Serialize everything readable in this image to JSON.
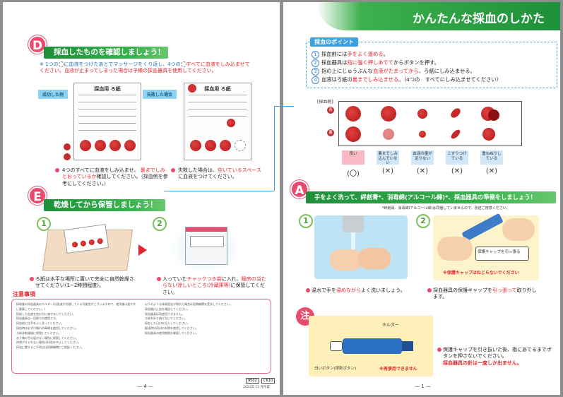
{
  "header": {
    "title": "かんたんな採血のしかた"
  },
  "section_d": {
    "letter": "D",
    "heading": "採血したものを確認しましょう！",
    "intro_1": "※ 1つの",
    "intro_2": "に血液をつけたあとでマッサージをくり返し、4つの",
    "intro_3": "すべてに血液をしみ込ませてください。血液が止まってしまった場合は予備の採血器具を使用してください。",
    "success_label": "成功した例",
    "failure_label": "失敗した場合",
    "card_title": "採血用 ろ紙",
    "note_success_1": "4つの",
    "note_success_2": "すべてに血液をしみ込ませ、",
    "note_success_3": "裏までしみとおっているか",
    "note_success_4": "確認してください。（採血例を参考にしてください。）",
    "note_failure_1": "失敗した場合は、",
    "note_failure_2": "空いているスペース",
    "note_failure_3": "に血液をつけてください。"
  },
  "points": {
    "title": "採血のポイント",
    "items": [
      {
        "num": "1",
        "pre": "採血前には",
        "em": "手をよく温める",
        "post": "。"
      },
      {
        "num": "2",
        "pre": "採血器具は",
        "em": "指に強く押しあてて",
        "post": "からボタンを押す。"
      },
      {
        "num": "3",
        "pre": "指の上にじゅうぶんな",
        "em": "血液がたまってから",
        "post": "、ろ紙にしみ込ませる。"
      },
      {
        "num": "4",
        "pre": "血液はろ紙の",
        "em": "裏までしみ込ませる",
        "post": "。（4つの　すべてにしみ込ませてください）"
      }
    ],
    "example_label": "[採血例]",
    "row_front": "表",
    "row_back": "裏",
    "labels": [
      "良い",
      "裏までしみ込んでいない",
      "血液の量が足りない",
      "こすりつけている",
      "重ねぬりしている"
    ],
    "marks": [
      "(〇)",
      "(✕)",
      "(✕)",
      "(✕)",
      "(✕)"
    ]
  },
  "section_e": {
    "letter": "E",
    "heading": "乾燥してから保管しましょう！",
    "step1_num": "1",
    "step2_num": "2",
    "step1_text": "ろ紙は水平な場所に置いて完全に自然乾燥させてください(1~2時間程度)。",
    "step2_text_1": "入っていた",
    "step2_text_2": "チャックつき袋",
    "step2_text_3": "に入れ、",
    "step2_text_4": "暖房の当たらない涼しいところ",
    "step2_text_5": "(冷蔵庫等)",
    "step2_text_6": "に保管してください。",
    "caution_title": "注意事項",
    "caution_left": [
      "採取後の採血器具のホルダー(は血液が付着している可能性がございますので、使用後は速やかに廃棄してください。)",
      "採取した血液を他の方に渡さないでください。",
      "採血器具は一回限りの使用です。",
      "採血前には手をよく洗ってください。",
      "採血時は必ず付属の消毒綿を使用してください。",
      "ろ紙は乾燥後に保管してください。",
      "お子様の手の届かない場所に保管してください。",
      "体調がすぐれない場合は採血を中止してください。",
      "採血に関するご不明点は医療機関にご相談ください。"
    ],
    "caution_right": [
      "以下のような体調変化が現れた場合は医療機関を受診してください。",
      "採血後は止血を確認してください。",
      "採血器具は再使用できません。",
      "ろ紙を折り曲げないでください。",
      "採血した日付を記入してください。",
      "郵送時は同封の封筒を使用してください。",
      "採血器具の使用期限を確認してください。"
    ],
    "code": "9502",
    "code2": "CK10",
    "date_text": "2021年 12 月作成",
    "page_number": "— 4 —"
  },
  "section_a": {
    "letter": "A",
    "heading": "手をよく洗って、絆創膏*、消毒綿(アルコール綿)*、採血器具の準備をしましょう！",
    "note": "*絆創膏、消毒綿(アルコール綿)は同梱していませんので、別途ご用意ください。",
    "step1_num": "1",
    "step2_num": "2",
    "step1_text_1": "温水で手を",
    "step1_text_2": "温めながら",
    "step1_text_3": "よく洗いましょう。",
    "step2_text_1": "採血器具の保護キャップを",
    "step2_text_2": "引っ張って",
    "step2_text_3": "取り外します。",
    "callout_cap": "保護キャップを引っ張る",
    "callout_warn": "※保護キャップはねじらないでください",
    "caution_letter": "注",
    "holder_label": "ホルダー",
    "button_label": "白いボタン(穿刺ボタン)",
    "reuse_warn": "※再使用できません",
    "caution_text_1": "保護キャップを引き抜いた後、指にあてるまでボタンを押さないでください。",
    "caution_text_2": "採血器具の針は一度しか出ません。",
    "page_number": "— 1 —"
  },
  "colors": {
    "green": "#36b24d",
    "pink": "#e94a6e",
    "red": "#e0262e",
    "blue": "#3da0e0"
  }
}
